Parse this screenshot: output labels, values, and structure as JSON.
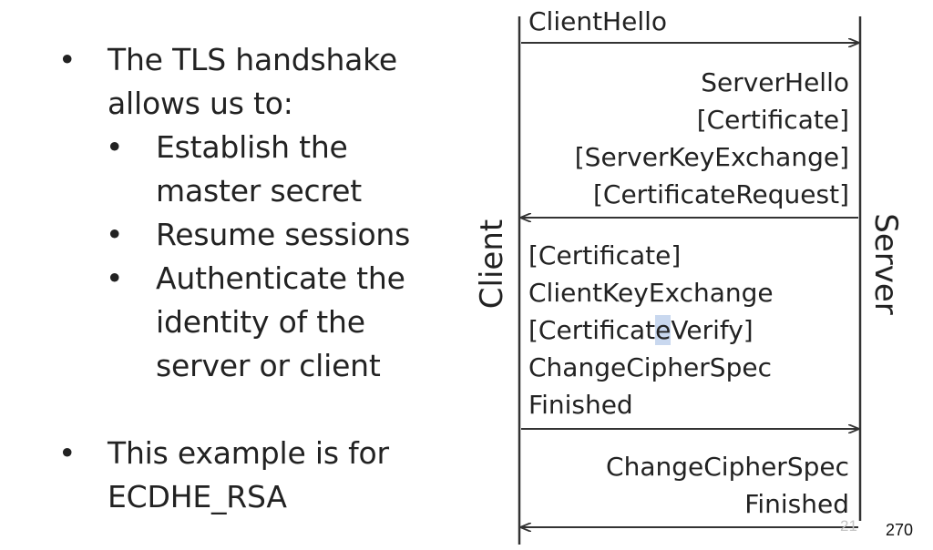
{
  "bullets": {
    "handshake": "The TLS handshake allows us to:",
    "sub": [
      "Establish the master secret",
      "Resume sessions",
      "Authenticate the identity of the server or client"
    ],
    "example": "This example is for ECDHE_RSA"
  },
  "diagram": {
    "client_label": "Client",
    "server_label": "Server",
    "msg1": [
      "ClientHello"
    ],
    "msg2": [
      "ServerHello",
      "[Certificate]",
      "[ServerKeyExchange]",
      "[CertificateRequest]"
    ],
    "msg3": [
      "[Certificate]",
      "ClientKeyExchange",
      "[CertificateVerify]",
      "ChangeCipherSpec",
      "Finished"
    ],
    "msg4": [
      "ChangeCipherSpec",
      "Finished"
    ]
  },
  "slide_number": "21",
  "page_number": "270"
}
